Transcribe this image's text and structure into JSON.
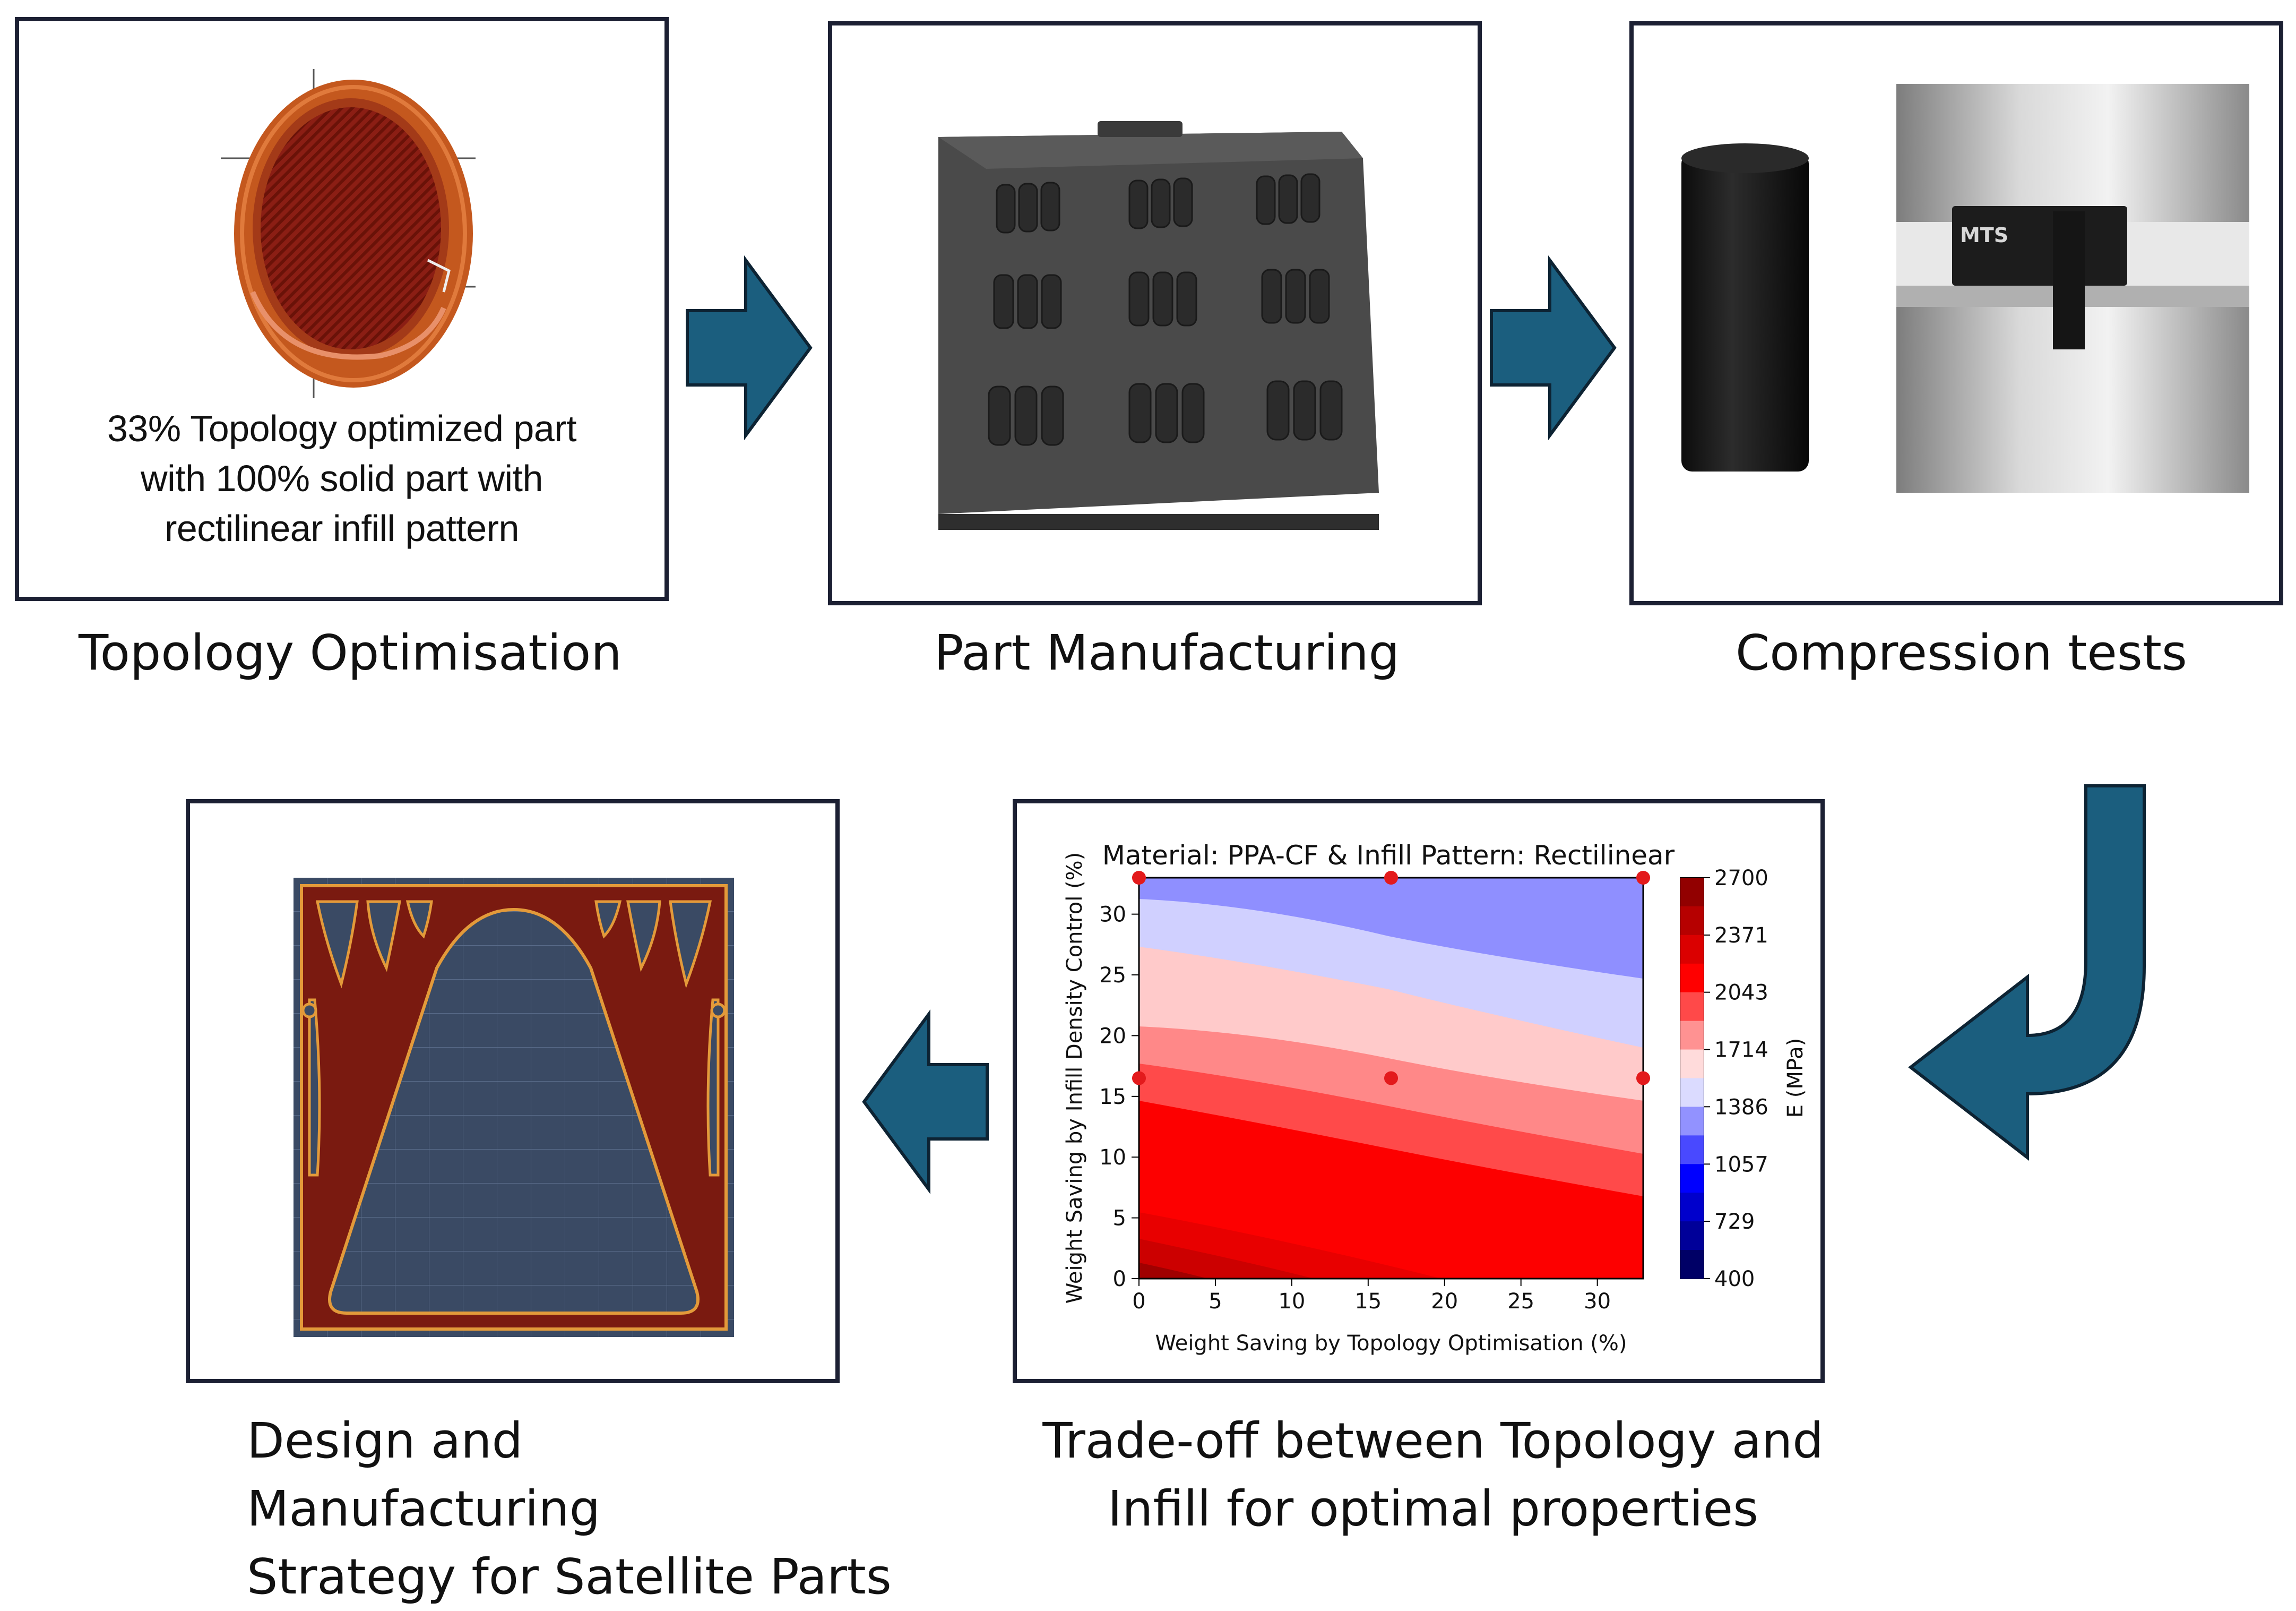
{
  "steps": {
    "topology": {
      "caption": "Topology Optimisation",
      "note": [
        "33% Topology optimized part",
        "with 100% solid part with",
        "rectilinear infill pattern"
      ]
    },
    "manufacturing": {
      "caption": "Part Manufacturing"
    },
    "compression": {
      "caption": "Compression tests",
      "machine_label": "MTS"
    },
    "tradeoff": {
      "caption": [
        "Trade-off between Topology and",
        "Infill for optimal properties"
      ]
    },
    "design": {
      "caption": [
        "Design and Manufacturing",
        "Strategy for Satellite Parts"
      ]
    }
  },
  "chart_data": {
    "type": "heatmap",
    "title": "Material: PPA-CF & Infill Pattern: Rectilinear",
    "xlabel": "Weight Saving by Topology Optimisation (%)",
    "ylabel": "Weight Saving by Infill Density Control (%)",
    "xlim": [
      0,
      33
    ],
    "ylim": [
      0,
      33
    ],
    "xticks": [
      "0",
      "5",
      "10",
      "15",
      "20",
      "25",
      "30"
    ],
    "yticks": [
      "0",
      "5",
      "10",
      "15",
      "20",
      "25",
      "30"
    ],
    "colorbar": {
      "label": "E (MPa)",
      "ticks": [
        "2700",
        "2371",
        "2043",
        "1714",
        "1386",
        "1057",
        "729",
        "400"
      ],
      "range": [
        400,
        2700
      ],
      "colormap": "seismic"
    },
    "points": [
      {
        "x": 0,
        "y": 16.5
      },
      {
        "x": 16.5,
        "y": 16.5
      },
      {
        "x": 33,
        "y": 16.5
      },
      {
        "x": 16.5,
        "y": 33
      },
      {
        "x": 0,
        "y": 33
      },
      {
        "x": 33,
        "y": 33
      }
    ],
    "point_color": "#e31a1c",
    "grid": false
  },
  "colors": {
    "arrow": "#1b5e7e",
    "arrow_outline": "#0d2333",
    "frame": "#1c2033"
  }
}
